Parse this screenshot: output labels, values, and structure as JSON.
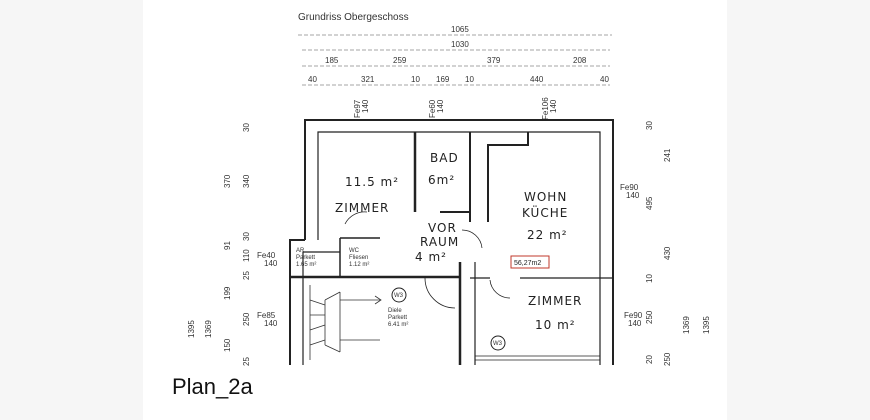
{
  "plan": {
    "title": "Grundriss Obergeschoss",
    "dims_top": {
      "row1": [
        "1065"
      ],
      "row2": [
        "1030"
      ],
      "row3": [
        "185",
        "259",
        "379",
        "208"
      ],
      "row4": [
        "40",
        "321",
        "10",
        "169",
        "10",
        "440",
        "40"
      ]
    },
    "windows_top": [
      [
        "Fe97",
        "140"
      ],
      [
        "Fe60",
        "140"
      ],
      [
        "Fe106",
        "140"
      ]
    ],
    "dims_left": [
      "370",
      "340",
      "91",
      "110",
      "25",
      "199",
      "250",
      "150",
      "30",
      "30",
      "25",
      "1395",
      "1369"
    ],
    "dims_right": [
      "30",
      "241",
      "495",
      "430",
      "10",
      "250",
      "1369",
      "1395",
      "20",
      "250"
    ],
    "windows_side": [
      [
        "Fe40",
        "140"
      ],
      [
        "Fe85",
        "140"
      ],
      [
        "Fe90",
        "140"
      ],
      [
        "Fe90",
        "140"
      ]
    ],
    "rooms": {
      "zimmer1_area": "11.5 m²",
      "zimmer1_name": "ZIMMER",
      "bad_name": "BAD",
      "bad_area": "6m²",
      "vorraum_1": "VOR",
      "vorraum_2": "RAUM",
      "vorraum_area": "4 m²",
      "wohn_1": "WOHN",
      "wohn_2": "KÜCHE",
      "wohn_area": "22 m²",
      "zimmer2_name": "ZIMMER",
      "zimmer2_area": "10 m²",
      "ar": [
        "AR",
        "Parkett",
        "1.65 m²"
      ],
      "wc": [
        "WC",
        "Fliesen",
        "1.12 m²"
      ],
      "diele": [
        "Diele",
        "Parkett",
        "6.41 m²"
      ],
      "w3": "W3"
    },
    "total_area": "56,27m2",
    "accent_color": "#c0392b"
  },
  "caption": "Plan_2a"
}
